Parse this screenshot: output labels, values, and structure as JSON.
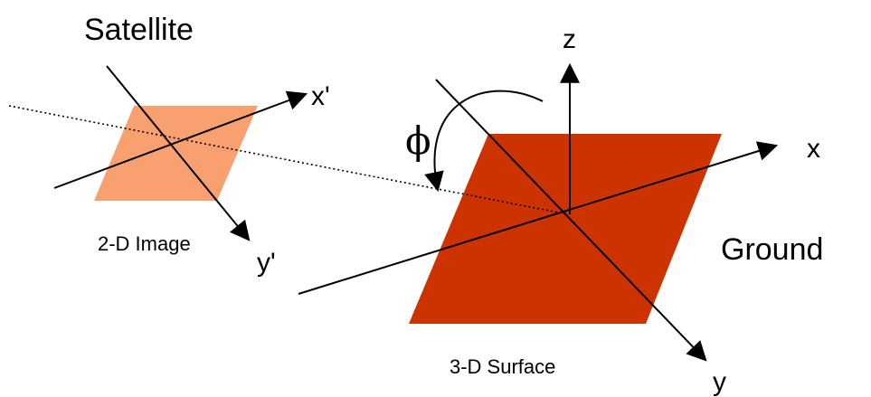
{
  "labels": {
    "satellite": "Satellite",
    "ground": "Ground",
    "image_caption": "2-D Image",
    "surface_caption": "3-D Surface",
    "angle": "ϕ"
  },
  "axes": {
    "x_prime": "x'",
    "y_prime": "y'",
    "x": "x",
    "y": "y",
    "z": "z"
  },
  "colors": {
    "image_plane": "#F9A070",
    "surface_plane": "#CC3300",
    "lines": "#000000"
  }
}
